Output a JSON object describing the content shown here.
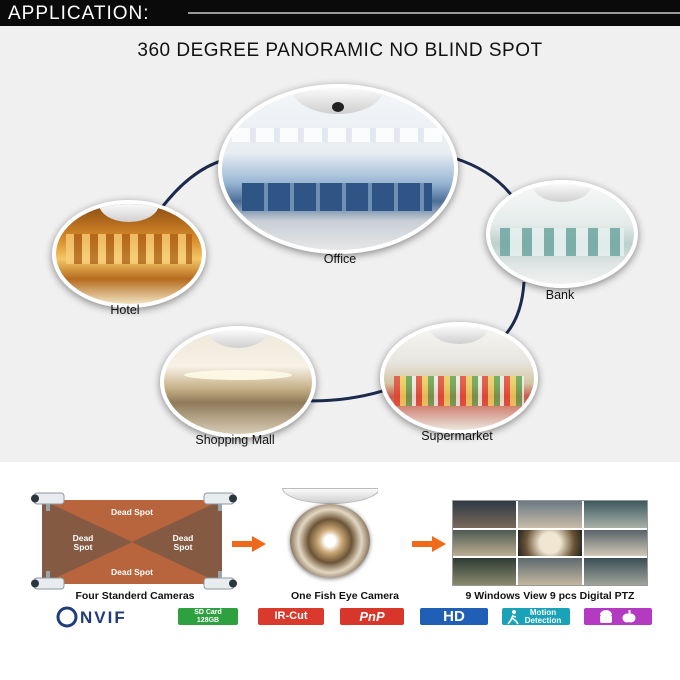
{
  "header": {
    "title": "APPLICATION:"
  },
  "headline": "360 DEGREE PANORAMIC NO BLIND SPOT",
  "scenes": {
    "office": "Office",
    "bank": "Bank",
    "hotel": "Hotel",
    "mall": "Shopping Mall",
    "supermarket": "Supermarket"
  },
  "comparison": {
    "cameras_label": "Four Standerd Cameras",
    "fisheye_label": "One Fish Eye Camera",
    "windows_label": "9 Windows View  9 pcs Digital PTZ",
    "dead_spot": "Dead Spot",
    "dead": "Dead",
    "spot": "Spot"
  },
  "badges": {
    "onvif": "ONVIF",
    "sd_card": "SD Card",
    "sd_size": "128GB",
    "ir_cut": "IR-Cut",
    "pnp": "PnP",
    "hd": "HD",
    "motion": "Motion",
    "detection": "Detection"
  },
  "colors": {
    "connector": "#1c2a4e",
    "arrow": "#ef6a1a",
    "sd_green": "#2fa040",
    "ir_red": "#d93a2b",
    "pnp_red": "#d9362b",
    "hd_blue": "#1f5fb5",
    "motion_teal": "#1aa3b8",
    "os_purple": "#b53ac2"
  },
  "icons": {
    "arrows": "orange-arrow-icon",
    "motion": "running-person-icon",
    "platforms": "android-apple-icon"
  }
}
